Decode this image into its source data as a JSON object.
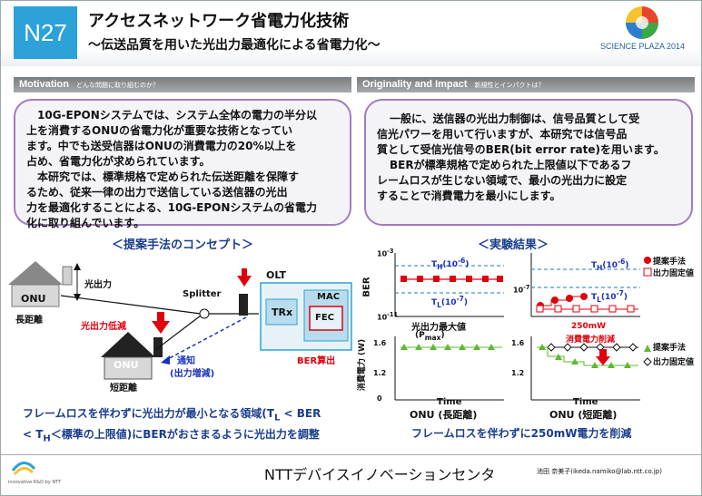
{
  "header": {
    "code": "N27",
    "title": "アクセスネットワーク省電力化技術",
    "subtitle": "～伝送品質を用いた光出力最適化による省電力化～",
    "event_label": "SCIENCE PLAZA 2014"
  },
  "sections": {
    "motivation": {
      "title": "Motivation",
      "subtitle": "どんな問題に取り組むのか？"
    },
    "originality": {
      "title": "Originality and Impact",
      "subtitle": "新規性とインパクトは？"
    }
  },
  "motivation_text": [
    "10G-EPONシステムでは、システム全体の電力の半分以",
    "上を消費するONUの省電力化が重要な技術となってい",
    "ます。中でも送受信器はONUの消費電力の20%以上を",
    "占め、省電力化が求められています。",
    "本研究では、標準規格で定められた伝送距離を保障す",
    "るため、従来一律の出力で送信している送信器の光出",
    "力を最適化することによる、10G-EPONシステムの省電力",
    "化に取り組んでいます。"
  ],
  "originality_text": [
    "一般に、送信器の光出力制御は、信号品質として受",
    "信光パワーを用いて行いますが、本研究では信号品",
    "質として受信光信号のBER(bit error rate)を用います。",
    "BERが標準規格で定められた上限値以下であるフ",
    "レームロスが生じない領域で、最小の光出力に設定",
    "することで消費電力を最小にします。"
  ],
  "concept": {
    "heading": "＜提案手法のコンセプト＞",
    "onu_long": "ONU",
    "long_distance": "長距離",
    "onu_short": "ONU",
    "short_distance": "短距離",
    "optical_output": "光出力",
    "output_reduce": "光出力低減",
    "splitter": "Splitter",
    "olt": "OLT",
    "trx": "TRx",
    "mac": "MAC",
    "fec": "FEC",
    "notify": "通知",
    "notify_sub": "(出力増減)",
    "ber_calc": "BER算出",
    "caption_1a": "フレームロスを伴わずに光出力が最小となる領域(T",
    "caption_1_sub1": "L",
    "caption_1b": " < BER",
    "caption_2a": "< T",
    "caption_2_sub": "H",
    "caption_2b": "＜標準の上限値)にBERがおさまるように光出力を調整"
  },
  "results": {
    "heading": "＜実験結果＞",
    "ber_axis": "BER",
    "power_axis": "消費電力 (W)",
    "y_ticks_ber": [
      "10",
      "10",
      "10"
    ],
    "y_ticks_ber_exp": [
      "-3",
      "-7",
      "-11"
    ],
    "y_ticks_power": [
      "1.6",
      "1.2",
      "0"
    ],
    "th_label": "T",
    "th_sub": "H",
    "th_val": "(10",
    "th_exp": "-6",
    "tl_label": "T",
    "tl_sub": "L",
    "tl_val": "(10",
    "tl_exp": "-7",
    "close_paren": ")",
    "max_output": "光出力最大値",
    "pmax": "(P",
    "pmax_sub": "max",
    "power_250": "250mW",
    "power_cut": "消費電力削減",
    "time": "Time",
    "onu_long": "ONU (長距離)",
    "onu_short": "ONU (短距離)",
    "legend_proposed": "提案手法",
    "legend_fixed": "出力固定値",
    "summary": "フレームロスを伴わずに250mW電力を削減"
  },
  "footer": {
    "org": "NTTデバイスイノベーションセンタ",
    "author": "池田 奈美子(ikeda.namiko@lab.ntt.co.jp)",
    "logo_text": "innovative R&D by NTT"
  },
  "colors": {
    "accent": "#2ca2d8",
    "red": "#e0000c",
    "blue": "#1830c0",
    "green": "#5fb830",
    "frame": "#a07cc0"
  }
}
